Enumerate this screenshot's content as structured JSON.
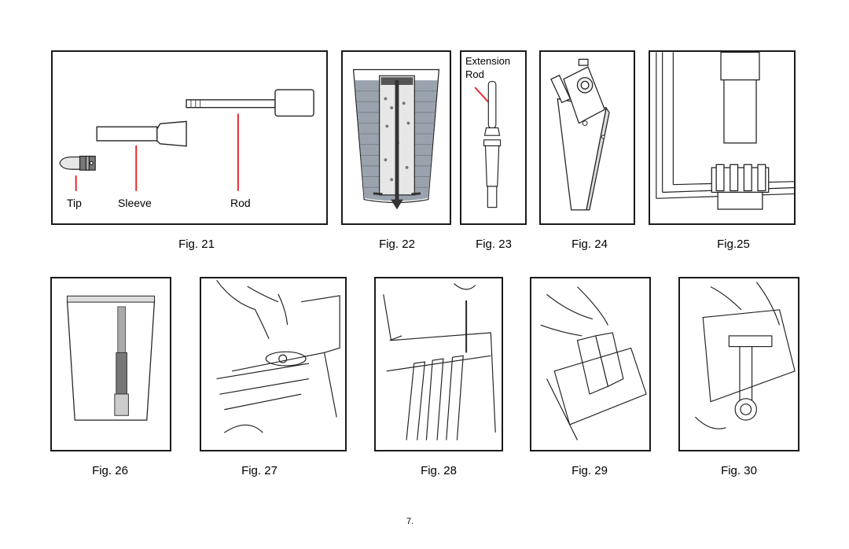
{
  "figures": {
    "fig21": {
      "caption": "Fig. 21",
      "labels": {
        "tip": "Tip",
        "sleeve": "Sleeve",
        "rod": "Rod"
      }
    },
    "fig22": {
      "caption": "Fig. 22"
    },
    "fig23": {
      "caption": "Fig. 23",
      "labels": {
        "extension_rod": "Extension Rod"
      }
    },
    "fig24": {
      "caption": "Fig. 24"
    },
    "fig25": {
      "caption": "Fig.25"
    },
    "fig26": {
      "caption": "Fig. 26"
    },
    "fig27": {
      "caption": "Fig. 27"
    },
    "fig28": {
      "caption": "Fig. 28"
    },
    "fig29": {
      "caption": "Fig. 29"
    },
    "fig30": {
      "caption": "Fig. 30"
    }
  },
  "page_number": "7.",
  "colors": {
    "callout": "#e8232a",
    "border": "#1a1a1a",
    "water": "#9aa3ad"
  }
}
